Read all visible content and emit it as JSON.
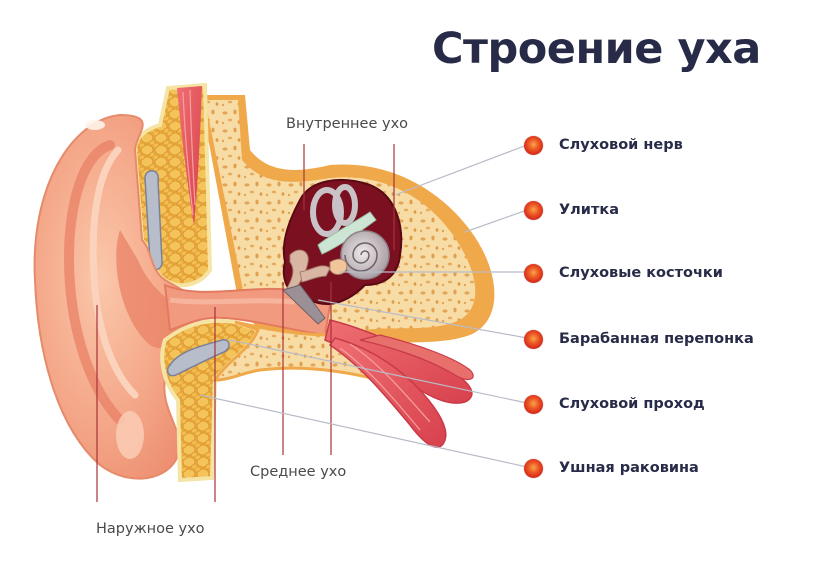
{
  "title": "Строение уха",
  "colors": {
    "title_text": "#272b47",
    "legend_text": "#272b47",
    "region_text": "#4a4a4a",
    "bullet": "#e23c1e",
    "leader_line_gray": "#b9bcc8",
    "leader_line_red": "#a8323a",
    "skin": "#f2a482",
    "bone": "#f6d59a",
    "cartilage": "#efb64a",
    "muscle": "#e2545c",
    "inner_ear_cavity": "#7a1020"
  },
  "legend": [
    {
      "label": "Слуховой нерв",
      "icon": "red-dot-bullet"
    },
    {
      "label": "Улитка",
      "icon": "red-dot-bullet"
    },
    {
      "label": "Слуховые косточки",
      "icon": "red-dot-bullet"
    },
    {
      "label": "Барабанная перепонка",
      "icon": "red-dot-bullet"
    },
    {
      "label": "Слуховой проход",
      "icon": "red-dot-bullet"
    },
    {
      "label": "Ушная раковина",
      "icon": "red-dot-bullet"
    }
  ],
  "regions": {
    "inner": "Внутреннее ухо",
    "middle": "Среднее ухо",
    "outer": "Наружное ухо"
  }
}
